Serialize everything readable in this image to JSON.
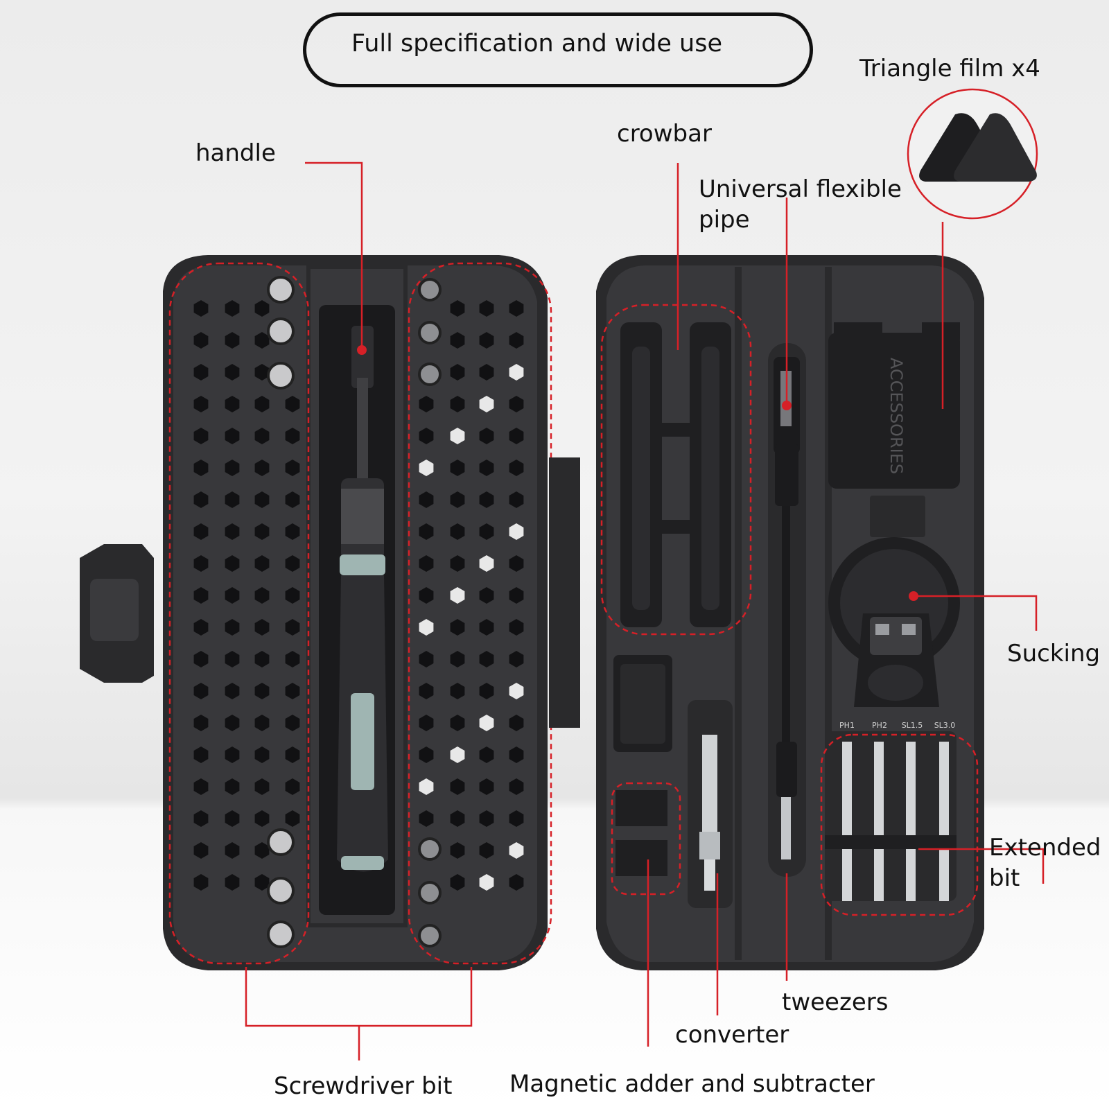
{
  "header": {
    "title": "Full specification and wide use"
  },
  "labels": {
    "triangle_film": "Triangle film x4",
    "crowbar": "crowbar",
    "handle": "handle",
    "flexible_pipe_line1": "Universal flexible",
    "flexible_pipe_line2": "pipe",
    "sucking": "Sucking",
    "extended_bit_line1": "Extended",
    "extended_bit_line2": "bit",
    "tweezers": "tweezers",
    "converter": "converter",
    "screwdriver_bit": "Screwdriver bit",
    "magnetic": "Magnetic adder and subtracter"
  },
  "case": {
    "accessories_text": "ACCESSORIES",
    "extended_bit_tags": [
      "PH1",
      "PH2",
      "SL1.5",
      "SL3.0"
    ]
  },
  "colors": {
    "callout": "#d62027",
    "case": "#2b2b2d",
    "background": "#ececec"
  }
}
